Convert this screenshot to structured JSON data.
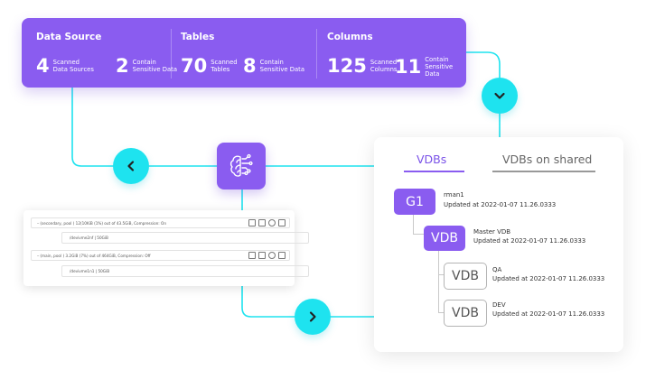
{
  "colors": {
    "accent": "#8a5cf0",
    "connector": "#1ee3ef"
  },
  "stats": [
    {
      "title": "Data Source",
      "items": [
        {
          "value": "4",
          "label_l1": "Scanned",
          "label_l2": "Data Sources"
        },
        {
          "value": "2",
          "label_l1": "Contain",
          "label_l2": "Sensitive Data"
        }
      ]
    },
    {
      "title": "Tables",
      "items": [
        {
          "value": "70",
          "label_l1": "Scanned",
          "label_l2": "Tables"
        },
        {
          "value": "8",
          "label_l1": "Contain",
          "label_l2": "Sensitive Data"
        }
      ]
    },
    {
      "title": "Columns",
      "items": [
        {
          "value": "125",
          "label_l1": "Scanned",
          "label_l2": "Columns"
        },
        {
          "value": "11",
          "label_l1": "Contain",
          "label_l2": "Sensitive Data"
        }
      ]
    }
  ],
  "buttons": {
    "expand_icon": "chevron-down-icon",
    "back_icon": "chevron-left-icon",
    "forward_icon": "chevron-right-icon",
    "ai_icon": "ai-brain-circuit-icon"
  },
  "pools": [
    {
      "text": "– (secondary, pool ) 12(10KiB (1%) out of 43.5GiB, Compression: On",
      "child": "/devivme2nf | 50GiB"
    },
    {
      "text": "– (main, pool ) 3.2GiB (7%) out of 464GiB, Compression: Off",
      "child": "/devivme1n1 | 50GiB"
    }
  ],
  "vdb_panel": {
    "tabs": [
      {
        "label": "VDBs",
        "active": true
      },
      {
        "label": "VDBs on shared",
        "active": false
      }
    ],
    "nodes": [
      {
        "badge": "G1",
        "name": "rman1",
        "updated": "Updated at 2022-01-07 11.26.0333"
      },
      {
        "badge": "VDB",
        "name": "Master VDB",
        "updated": "Updated at 2022-01-07 11.26.0333"
      },
      {
        "badge": "VDB",
        "name": "QA",
        "updated": "Updated at 2022-01-07 11.26.0333"
      },
      {
        "badge": "VDB",
        "name": "DEV",
        "updated": "Updated at 2022-01-07 11.26.0333"
      }
    ]
  }
}
